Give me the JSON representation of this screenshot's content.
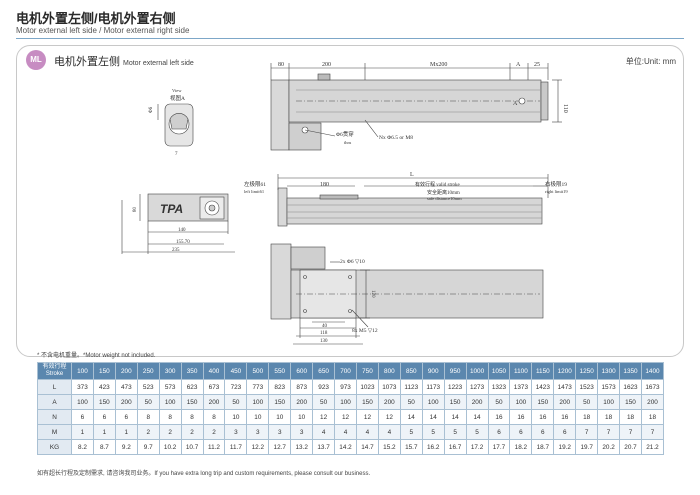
{
  "header": {
    "title": "电机外置左侧/电机外置右侧",
    "subtitle": "Motor external left side / Motor external right side"
  },
  "section": {
    "badge": "ML",
    "title_cn": "电机外置左侧",
    "title_en": "Motor external left side",
    "unit": "单位:Unit: mm"
  },
  "drawing": {
    "top_dims": [
      "80",
      "200",
      "Mx200",
      "A",
      "25"
    ],
    "dim_110": "110",
    "view_cn": "View",
    "view_label": "视图A",
    "phi6": "Φ6",
    "hole_cn": "Φ6贯穿",
    "hole_en": "thru",
    "nx_hole": "Nx Φ6.5 or M8",
    "letter_a": "A",
    "l_label": "L",
    "stroke_label": "有效行程 valid stroke",
    "safe_cn": "安全距离10mm",
    "safe_en": "safe distance10mm",
    "left_limit_cn": "左极限61",
    "left_limit_en": "left limit61",
    "right_limit_cn": "右极限19",
    "right_limit_en": "right limit19",
    "dim_180": "180",
    "dim_80": "80",
    "dim_140": "140",
    "dim_15570": "155.70",
    "dim_235": "235",
    "logo": "TPA",
    "tap_1": "2x Φ6 ▽10",
    "tap_2": "8x M5 ▽12",
    "dim_40": "40",
    "dim_118": "118",
    "dim_130": "130",
    "dim_120": "120"
  },
  "note": "* 不含电机重量。*Motor weight not included.",
  "table": {
    "header_cn": "有效行程",
    "header_en": "Stroke",
    "strokes": [
      "100",
      "150",
      "200",
      "250",
      "300",
      "350",
      "400",
      "450",
      "500",
      "550",
      "600",
      "650",
      "700",
      "750",
      "800",
      "850",
      "900",
      "950",
      "1000",
      "1050",
      "1100",
      "1150",
      "1200",
      "1250",
      "1300",
      "1350",
      "1400"
    ],
    "rows": [
      {
        "label": "L",
        "values": [
          "373",
          "423",
          "473",
          "523",
          "573",
          "623",
          "673",
          "723",
          "773",
          "823",
          "873",
          "923",
          "973",
          "1023",
          "1073",
          "1123",
          "1173",
          "1223",
          "1273",
          "1323",
          "1373",
          "1423",
          "1473",
          "1523",
          "1573",
          "1623",
          "1673"
        ]
      },
      {
        "label": "A",
        "values": [
          "100",
          "150",
          "200",
          "50",
          "100",
          "150",
          "200",
          "50",
          "100",
          "150",
          "200",
          "50",
          "100",
          "150",
          "200",
          "50",
          "100",
          "150",
          "200",
          "50",
          "100",
          "150",
          "200",
          "50",
          "100",
          "150",
          "200"
        ]
      },
      {
        "label": "N",
        "values": [
          "6",
          "6",
          "6",
          "8",
          "8",
          "8",
          "8",
          "10",
          "10",
          "10",
          "10",
          "12",
          "12",
          "12",
          "12",
          "14",
          "14",
          "14",
          "14",
          "16",
          "16",
          "16",
          "16",
          "18",
          "18",
          "18",
          "18"
        ]
      },
      {
        "label": "M",
        "values": [
          "1",
          "1",
          "1",
          "2",
          "2",
          "2",
          "2",
          "3",
          "3",
          "3",
          "3",
          "4",
          "4",
          "4",
          "4",
          "5",
          "5",
          "5",
          "5",
          "6",
          "6",
          "6",
          "6",
          "7",
          "7",
          "7",
          "7"
        ]
      },
      {
        "label": "KG",
        "values": [
          "8.2",
          "8.7",
          "9.2",
          "9.7",
          "10.2",
          "10.7",
          "11.2",
          "11.7",
          "12.2",
          "12.7",
          "13.2",
          "13.7",
          "14.2",
          "14.7",
          "15.2",
          "15.7",
          "16.2",
          "16.7",
          "17.2",
          "17.7",
          "18.2",
          "18.7",
          "19.2",
          "19.7",
          "20.2",
          "20.7",
          "21.2"
        ]
      }
    ]
  },
  "footer": "如有超长行程及定制需求, 请咨询我司业务。If you have extra long trip and custom requirements, please consult our business."
}
